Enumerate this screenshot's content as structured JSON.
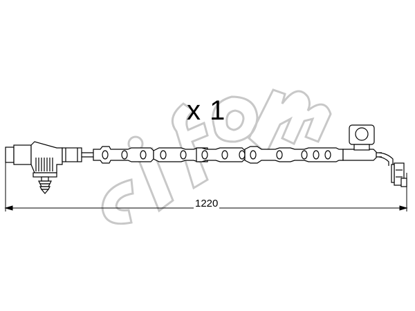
{
  "quantity_label": "x 1",
  "dimension": {
    "length_label": "1220"
  },
  "watermark": {
    "text": "cifam",
    "color": "#c8c8c8"
  },
  "colors": {
    "line": "#000000",
    "watermark": "#c8c8c8"
  }
}
